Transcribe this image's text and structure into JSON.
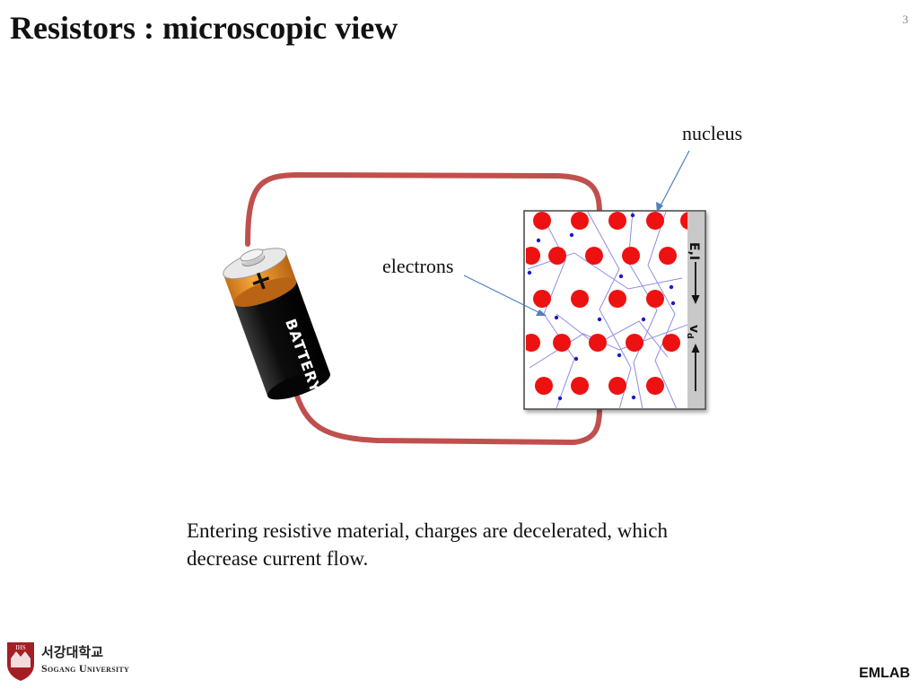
{
  "slide": {
    "title": "Resistors : microscopic view",
    "page_number": "3",
    "caption": "Entering resistive material, charges are decelerated, which decrease current flow.",
    "footer_brand": "EMLAB"
  },
  "logo": {
    "korean": "서강대학교",
    "english": "Sogang University",
    "shield_text": "IHS",
    "color": "#a31f24"
  },
  "diagram": {
    "battery_plus": "+",
    "battery_label": "BATTERY",
    "nucleus_label": "nucleus",
    "electrons_label": "electrons",
    "field_label": "E,I",
    "velocity_label": "v",
    "velocity_subscript": "d",
    "colors": {
      "wire": "#c0504d",
      "nucleus": "#ee1111",
      "electron": "#1a1acc",
      "path": "#8d8de6",
      "battery_body": "#111111",
      "battery_cap": "#f59a23",
      "side_bar": "#c8c8c8"
    }
  }
}
